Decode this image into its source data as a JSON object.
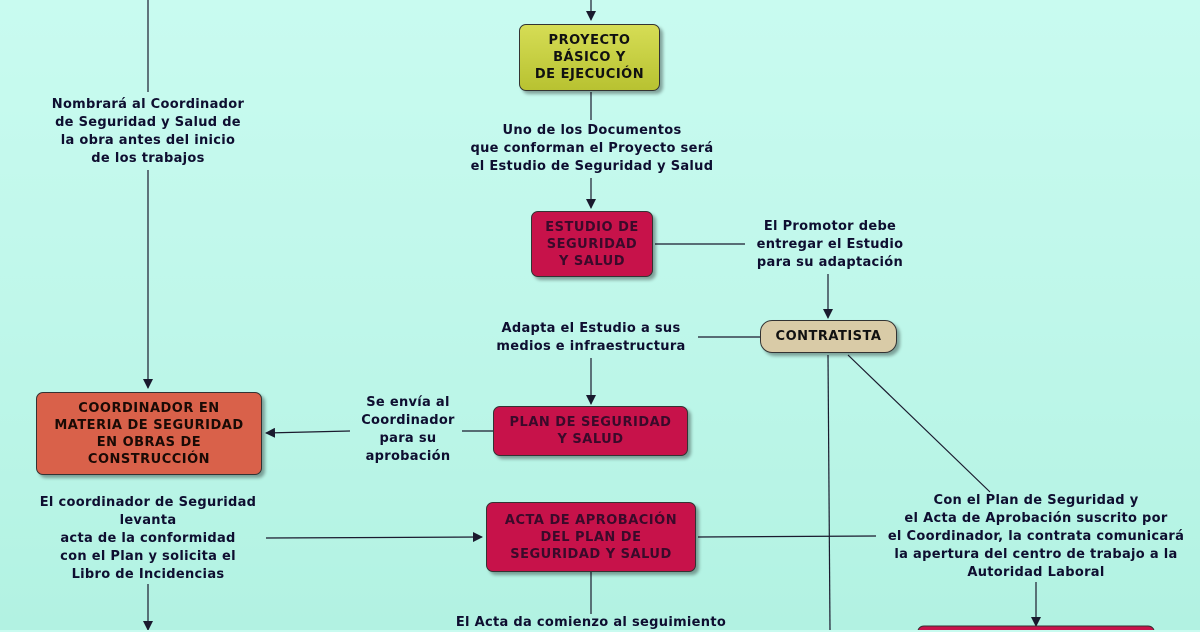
{
  "nodes": {
    "proyecto": "PROYECTO\nBÁSICO Y\nDE EJECUCIÓN",
    "estudio": "ESTUDIO DE\nSEGURIDAD\nY SALUD",
    "contratista": "CONTRATISTA",
    "plan": "PLAN DE SEGURIDAD\nY SALUD",
    "coordinador": "COORDINADOR EN\nMATERIA DE SEGURIDAD\nEN OBRAS DE\nCONSTRUCCIÓN",
    "acta": "ACTA DE APROBACIÓN\nDEL PLAN DE\nSEGURIDAD Y SALUD"
  },
  "labels": {
    "nombrara": "Nombrará al Coordinador\nde Seguridad y Salud de\nla obra antes del inicio\nde los trabajos",
    "documentos": "Uno de los Documentos\nque conforman el Proyecto será\nel Estudio de Seguridad y Salud",
    "promotor": "El Promotor debe\nentregar el Estudio\npara su adaptación",
    "adapta": "Adapta el Estudio a sus\nmedios e infraestructura",
    "envia": "Se envía al\nCoordinador\npara su\naprobación",
    "levanta": "El coordinador de Seguridad\nlevanta\nacta de la conformidad\ncon el Plan y solicita el\nLibro de Incidencias",
    "apertura": "Con el Plan de Seguridad y\nel Acta de Aprobación suscrito por\nel Coordinador, la contrata comunicará\nla apertura del centro de trabajo a la\nAutoridad Laboral",
    "seguimiento": "El Acta da comienzo al seguimiento"
  },
  "colors": {
    "yellow_node": "#c9d040",
    "crimson_node": "#c7124a",
    "tan_node": "#d9cba7",
    "orange_node": "#d9614a",
    "background": "#bff7ea",
    "line": "#1a1a2e"
  }
}
